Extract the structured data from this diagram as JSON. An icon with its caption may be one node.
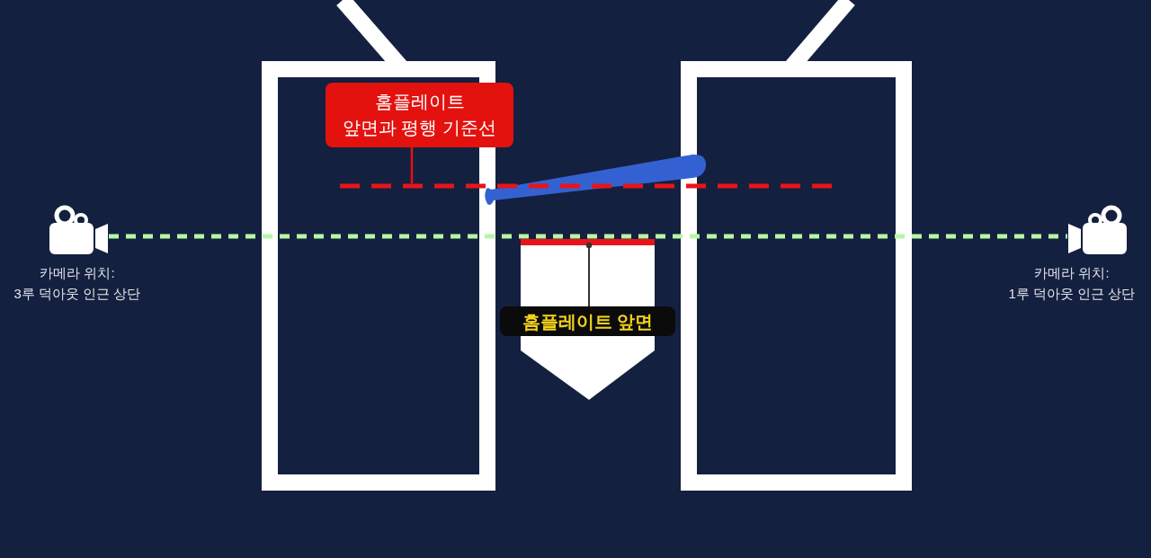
{
  "diagram": {
    "nodes": [
      {
        "text": [
          "홈플레이트 앞면과 평행 기준선"
        ]
      },
      {
        "text": [],
        "shape": "line"
      },
      {
        "text": [],
        "shape": "camera",
        "beside": [
          "카메라 위치: 3루 덕아웃 인근 상단"
        ]
      },
      {
        "text": [],
        "shape": "camera",
        "beside": [
          "카메라 위치: 1루 덕아웃 인근 상단"
        ]
      },
      {
        "text": [],
        "shape": "bar"
      },
      {
        "text": [
          "홈플레이트 앞면"
        ]
      }
    ],
    "edges": [
      {
        "from": 0,
        "to": 1,
        "arrow": "none",
        "color": "#e3120f"
      },
      {
        "from": 2,
        "to": 3,
        "arrow": "none",
        "style": "dashed",
        "color": "#b8f5a6"
      },
      {
        "from": 5,
        "to": 4,
        "arrow": "other",
        "color": "#333333"
      }
    ]
  }
}
